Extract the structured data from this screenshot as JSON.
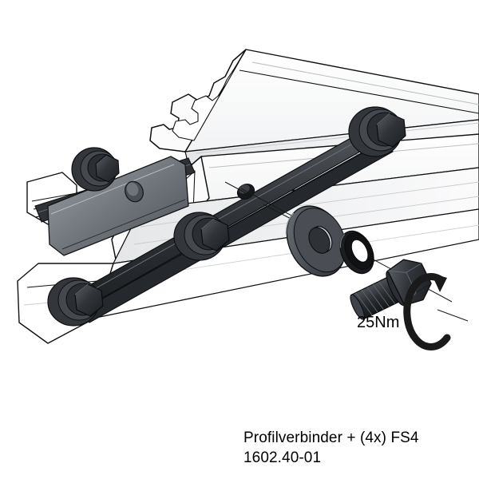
{
  "figure": {
    "background_color": "#ffffff",
    "type": "exploded-assembly-drawing",
    "title_caption": {
      "line1": "Profilverbinder + (4x) FS4",
      "line2": "1602.40-01"
    },
    "annotations": {
      "torque_spec": "25Nm",
      "rotation_arrow": "tighten-clockwise-arrow"
    },
    "parts": [
      {
        "id": "profile-upper",
        "name": "Aluminium-Profil (oben)",
        "color": "#ffffff",
        "edge_color": "#1a1a1a"
      },
      {
        "id": "profile-lower",
        "name": "Aluminium-Profil (unten)",
        "color": "#ffffff",
        "edge_color": "#1a1a1a"
      },
      {
        "id": "connector-bar",
        "name": "Profilverbinder",
        "color": "#3b3f44"
      },
      {
        "id": "connector-plate",
        "name": "Verbinderplatte",
        "color": "#6c7076"
      },
      {
        "id": "bolt-installed-1",
        "name": "FS4 Schraube montiert oben rechts",
        "color": "#2b2e32"
      },
      {
        "id": "bolt-installed-2",
        "name": "FS4 Schraube montiert mitte",
        "color": "#2b2e32"
      },
      {
        "id": "bolt-installed-3",
        "name": "FS4 Schraube montiert links oben",
        "color": "#2b2e32"
      },
      {
        "id": "bolt-installed-4",
        "name": "FS4 Schraube montiert unten links",
        "color": "#2b2e32"
      },
      {
        "id": "washer-flat",
        "name": "Unterlegscheibe",
        "color": "#4a4e54"
      },
      {
        "id": "washer-lock",
        "name": "Federring",
        "color": "#17191c"
      },
      {
        "id": "bolt-exploded",
        "name": "FS4 Sechskantschraube",
        "color": "#232629"
      }
    ],
    "colors": {
      "metal_dark": "#2b2e32",
      "metal_mid": "#6c7076",
      "metal_light": "#d9dbdd",
      "profile_face": "#ffffff",
      "profile_shade": "#e8e9ea",
      "outline": "#111111",
      "text": "#000000"
    }
  }
}
